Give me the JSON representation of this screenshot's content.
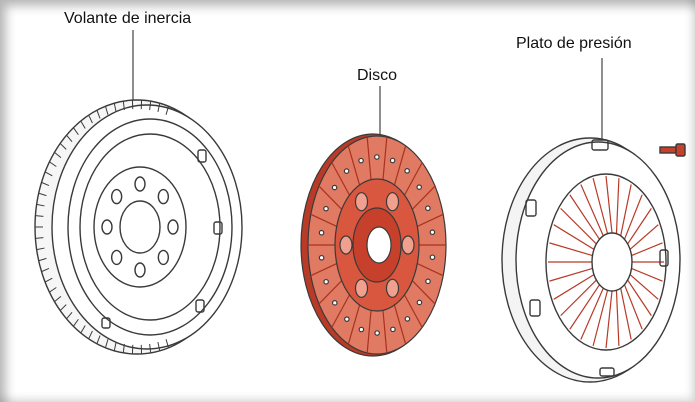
{
  "labels": {
    "flywheel": "Volante de inercia",
    "disc": "Disco",
    "pressure_plate": "Plato de presión"
  },
  "colors": {
    "background": "#ffffff",
    "line": "#3a3a3a",
    "disc_fill": "#d9573f",
    "disc_friction": "#e8826b",
    "disc_hub": "#c7402b",
    "leader": "#444444"
  },
  "components": [
    {
      "name": "flywheel",
      "icon": "flywheel-illustration"
    },
    {
      "name": "disc",
      "icon": "clutch-disc-illustration"
    },
    {
      "name": "pressure_plate",
      "icon": "pressure-plate-illustration"
    }
  ]
}
